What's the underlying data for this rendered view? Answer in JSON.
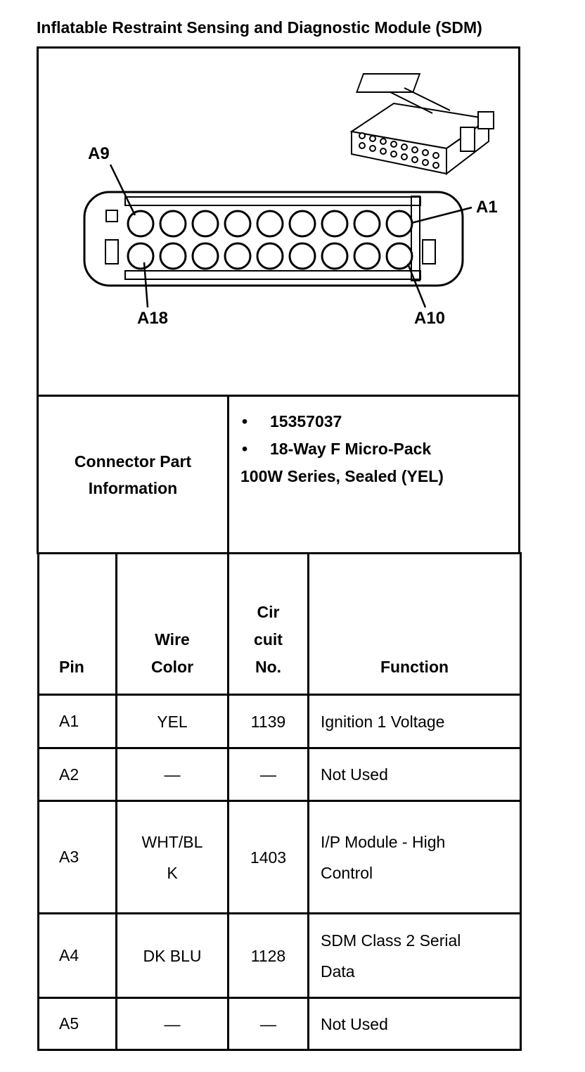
{
  "title": "Inflatable Restraint Sensing and Diagnostic Module (SDM)",
  "diagram": {
    "labels": {
      "a9": "A9",
      "a1": "A1",
      "a18": "A18",
      "a10": "A10"
    }
  },
  "connector_info": {
    "label_line1": "Connector Part",
    "label_line2": "Information",
    "bullets": [
      "15357037",
      "18-Way F Micro-Pack"
    ],
    "bullet_symbol": "•",
    "extra_line": "100W Series, Sealed (YEL)"
  },
  "table": {
    "headers": {
      "pin": "Pin",
      "wire_line1": "Wire",
      "wire_line2": "Color",
      "circ_line1": "Cir",
      "circ_line2": "cuit",
      "circ_line3": "No.",
      "function": "Function"
    },
    "rows": [
      {
        "pin": "A1",
        "wire": "YEL",
        "circuit": "1139",
        "function": "Ignition 1 Voltage"
      },
      {
        "pin": "A2",
        "wire": "—",
        "circuit": "—",
        "function": "Not Used"
      },
      {
        "pin": "A3",
        "wire": "WHT/BLK",
        "circuit": "1403",
        "function": "I/P Module - High Control"
      },
      {
        "pin": "A4",
        "wire": "DK BLU",
        "circuit": "1128",
        "function": "SDM Class 2 Serial Data"
      },
      {
        "pin": "A5",
        "wire": "—",
        "circuit": "—",
        "function": "Not Used"
      }
    ]
  }
}
